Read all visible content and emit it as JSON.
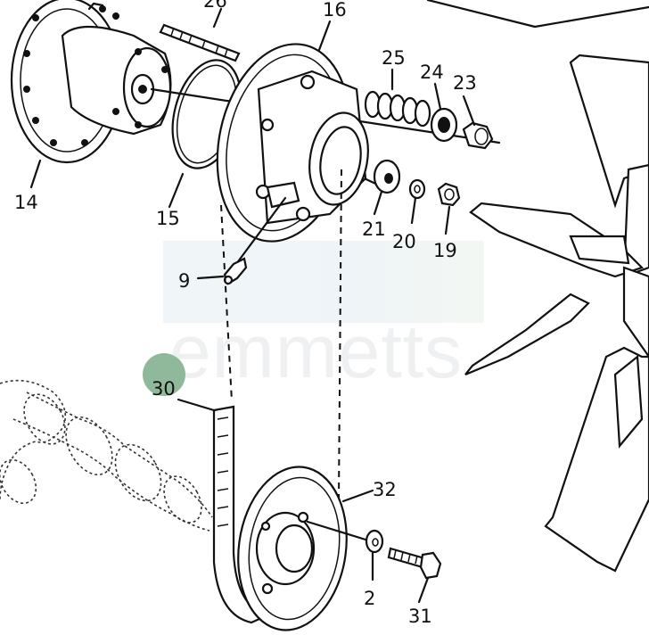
{
  "diagram": {
    "watermark": "emmetts",
    "highlight_color": "#8fb99a",
    "parts": [
      {
        "id": "fan-hub",
        "label": "14"
      },
      {
        "id": "gasket",
        "label": "15"
      },
      {
        "id": "pulley-hub",
        "label": "16"
      },
      {
        "id": "nut-small",
        "label": "19"
      },
      {
        "id": "lock-washer",
        "label": "20"
      },
      {
        "id": "flat-washer",
        "label": "21"
      },
      {
        "id": "nut",
        "label": "23"
      },
      {
        "id": "spacer",
        "label": "24"
      },
      {
        "id": "spring-washers",
        "label": "25"
      },
      {
        "id": "stud",
        "label": "26"
      },
      {
        "id": "grease-fitting",
        "label": "9"
      },
      {
        "id": "v-belt",
        "label": "30"
      },
      {
        "id": "crank-pulley",
        "label": "32"
      },
      {
        "id": "washer",
        "label": "2"
      },
      {
        "id": "bolt",
        "label": "31"
      }
    ]
  }
}
